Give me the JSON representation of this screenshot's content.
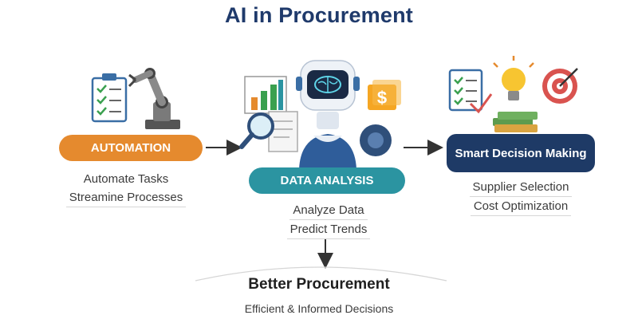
{
  "title": "AI in Procurement",
  "automation": {
    "label": "AUTOMATION",
    "lines": [
      "Automate Tasks",
      "Streamine Processes"
    ]
  },
  "data_analysis": {
    "label": "DATA ANALYSIS",
    "lines": [
      "Analyze Data",
      "Predict Trends"
    ]
  },
  "smart_decision": {
    "label": "Smart Decision Making",
    "lines": [
      "Supplier Selection",
      "Cost Optimization"
    ]
  },
  "outcome": {
    "title": "Better Procurement",
    "subtitle": "Efficient & Informed Decisions"
  },
  "icons": {
    "automation": [
      "checklist-clipboard-icon",
      "robotic-arm-icon"
    ],
    "data_analysis": [
      "bar-chart-icon",
      "magnifier-icon",
      "document-icon",
      "robot-icon",
      "brain-icon",
      "dollar-sign-icon",
      "headset-icon"
    ],
    "smart_decision": [
      "checklist-icon",
      "lightbulb-icon",
      "target-icon",
      "money-stack-icon"
    ]
  },
  "colors": {
    "title": "#1f3a6b",
    "automation": "#e58a2e",
    "data_analysis": "#2b94a1",
    "smart_decision": "#1e3a66"
  }
}
